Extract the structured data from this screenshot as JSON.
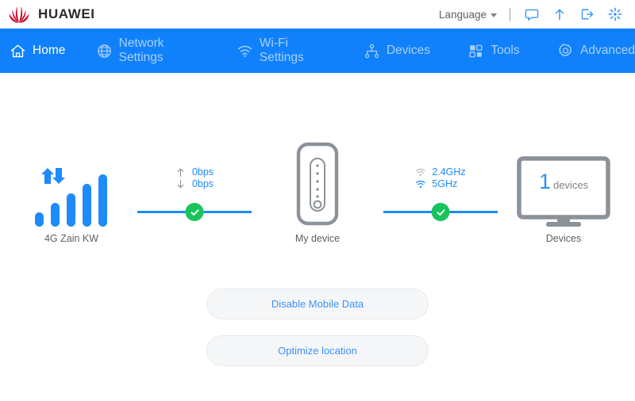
{
  "header": {
    "brand_name": "HUAWEI",
    "logo_icon": "huawei-flower-logo",
    "language_label": "Language",
    "icons": [
      {
        "name": "sms-message-icon",
        "glyph": "speech-bubble"
      },
      {
        "name": "upload-arrow-icon",
        "glyph": "arrow-up"
      },
      {
        "name": "logout-icon",
        "glyph": "exit-box-arrow"
      },
      {
        "name": "reboot-icon",
        "glyph": "sun-burst"
      }
    ]
  },
  "nav": {
    "items": [
      {
        "label": "Home",
        "icon": "home-icon",
        "active": true
      },
      {
        "label": "Network Settings",
        "icon": "globe-icon",
        "active": false
      },
      {
        "label": "Wi-Fi Settings",
        "icon": "wifi-icon",
        "active": false
      },
      {
        "label": "Devices",
        "icon": "device-tree-icon",
        "active": false
      },
      {
        "label": "Tools",
        "icon": "grid-squares-icon",
        "active": false
      },
      {
        "label": "Advanced",
        "icon": "gear-icon",
        "active": false
      }
    ]
  },
  "topology": {
    "network_node": {
      "label": "4G Zain KW",
      "icon": "signal-bars-icon",
      "bars_total": 5,
      "bars_active": 5
    },
    "wan_connector": {
      "status_icon": "green-check-icon",
      "status": "connected",
      "stats": [
        {
          "icon": "arrow-up-icon",
          "value": "0bps",
          "direction": "upload"
        },
        {
          "icon": "arrow-down-icon",
          "value": "0bps",
          "direction": "download"
        }
      ]
    },
    "router_node": {
      "label": "My device",
      "icon": "router-device-icon"
    },
    "lan_connector": {
      "status_icon": "green-check-icon",
      "status": "connected",
      "stats": [
        {
          "icon": "wifi-icon-off",
          "value": "2.4GHz",
          "enabled": false
        },
        {
          "icon": "wifi-icon-on",
          "value": "5GHz",
          "enabled": true
        }
      ]
    },
    "devices_node": {
      "label": "Devices",
      "icon": "monitor-icon",
      "count": "1",
      "count_word": "devices"
    }
  },
  "actions": {
    "mobile_data_label": "Disable Mobile Data",
    "optimize_location_label": "Optimize location"
  },
  "colors": {
    "brand_red": "#cf0a2c",
    "nav_blue": "#1081fb",
    "nav_inactive": "#a8d0fd",
    "link_blue": "#1e8bfb",
    "status_green": "#18c45a",
    "icon_gray": "#808890"
  }
}
